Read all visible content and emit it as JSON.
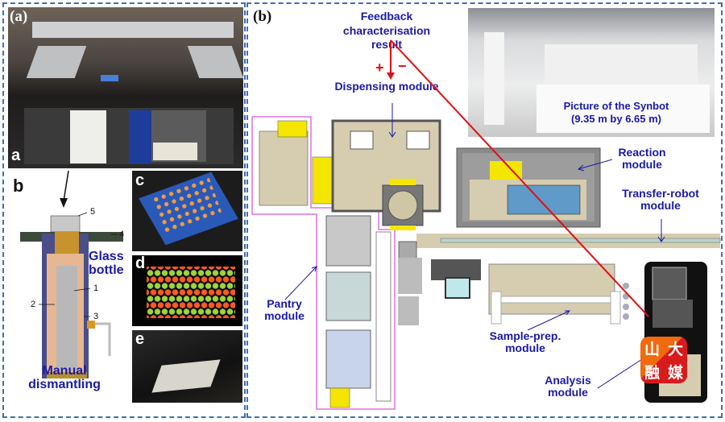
{
  "figure": {
    "panel_a": {
      "label": "(a)",
      "photo_a": {
        "label": "a",
        "description": "automated liquid dispensing workstation photo"
      },
      "diagram_b": {
        "label": "b",
        "part_numbers": [
          "1",
          "2",
          "3",
          "4",
          "5"
        ],
        "caption_glass": "Glass bottle",
        "caption_glass_lines": [
          "Glass",
          "bottle"
        ],
        "caption_manual_lines": [
          "Manual",
          "dismantling"
        ]
      },
      "photo_c": {
        "label": "c",
        "description": "vial rack with colored samples"
      },
      "photo_d": {
        "label": "d",
        "description": "fluorescent well plate"
      },
      "photo_e": {
        "label": "e",
        "description": "well plate on instrument stage"
      }
    },
    "panel_b": {
      "label": "(b)",
      "feedback_lines": [
        "Feedback",
        "characterisation",
        "result"
      ],
      "plus": "+",
      "minus": "−",
      "dispensing": "Dispensing module",
      "synbot_photo_lines": [
        "Picture of the Synbot",
        "(9.35 m by 6.65 m)"
      ],
      "reaction_lines": [
        "Reaction",
        "module"
      ],
      "transfer_lines": [
        "Transfer-robot",
        "module"
      ],
      "pantry_lines": [
        "Pantry",
        "module"
      ],
      "sampleprep_lines": [
        "Sample-prep.",
        "module"
      ],
      "analysis_lines": [
        "Analysis",
        "module"
      ],
      "watermark_chars": [
        "山",
        "大",
        "融",
        "媒"
      ]
    }
  },
  "colors": {
    "label_blue": "#1a1aa8",
    "feedback_red": "#e01010",
    "border_blue": "#3f6fb5",
    "pantry_magenta": "#e070e0",
    "module_beige": "#d6cdb0",
    "module_gray": "#8a8a8a",
    "yellow_block": "#f5e600",
    "watermark_orange": "#f06a10",
    "watermark_red": "#d81a1a"
  }
}
